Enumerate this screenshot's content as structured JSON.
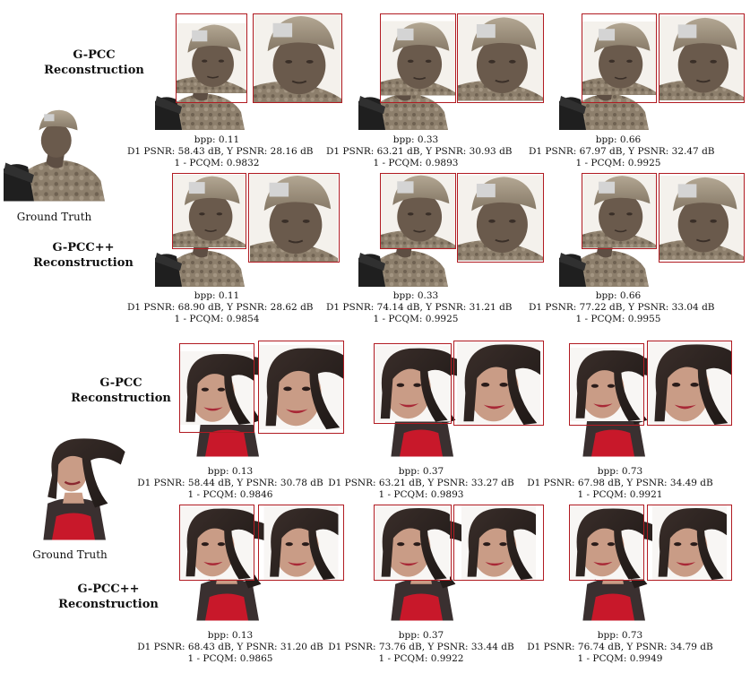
{
  "figures": [
    {
      "ground_truth_label": "Ground Truth",
      "rows": [
        {
          "label_line1": "G-PCC",
          "label_line2": "Reconstruction",
          "cells": [
            {
              "bpp": "bpp: 0.11",
              "psnr": "D1 PSNR: 58.43 dB, Y PSNR: 28.16 dB",
              "pcqm": "1 - PCQM: 0.9832"
            },
            {
              "bpp": "bpp: 0.33",
              "psnr": "D1 PSNR: 63.21 dB, Y PSNR: 30.93 dB",
              "pcqm": "1 - PCQM: 0.9893"
            },
            {
              "bpp": "bpp: 0.66",
              "psnr": "D1 PSNR: 67.97 dB, Y PSNR: 32.47 dB",
              "pcqm": "1 - PCQM: 0.9925"
            }
          ]
        },
        {
          "label_line1": "G-PCC++",
          "label_line2": "Reconstruction",
          "cells": [
            {
              "bpp": "bpp: 0.11",
              "psnr": "D1 PSNR: 68.90 dB, Y PSNR: 28.62 dB",
              "pcqm": "1 - PCQM: 0.9854"
            },
            {
              "bpp": "bpp: 0.33",
              "psnr": "D1 PSNR: 74.14 dB, Y PSNR: 31.21 dB",
              "pcqm": "1 - PCQM: 0.9925"
            },
            {
              "bpp": "bpp: 0.66",
              "psnr": "D1 PSNR: 77.22 dB, Y PSNR: 33.04 dB",
              "pcqm": "1 - PCQM: 0.9955"
            }
          ]
        }
      ]
    },
    {
      "ground_truth_label": "Ground Truth",
      "rows": [
        {
          "label_line1": "G-PCC",
          "label_line2": "Reconstruction",
          "cells": [
            {
              "bpp": "bpp: 0.13",
              "psnr": "D1 PSNR: 58.44 dB, Y PSNR: 30.78 dB",
              "pcqm": "1 - PCQM: 0.9846"
            },
            {
              "bpp": "bpp: 0.37",
              "psnr": "D1 PSNR: 63.21 dB, Y PSNR: 33.27 dB",
              "pcqm": "1 - PCQM: 0.9893"
            },
            {
              "bpp": "bpp: 0.73",
              "psnr": "D1 PSNR: 67.98 dB, Y PSNR: 34.49 dB",
              "pcqm": "1 - PCQM: 0.9921"
            }
          ]
        },
        {
          "label_line1": "G-PCC++",
          "label_line2": "Reconstruction",
          "cells": [
            {
              "bpp": "bpp: 0.13",
              "psnr": "D1 PSNR: 68.43 dB, Y PSNR: 31.20 dB",
              "pcqm": "1 - PCQM: 0.9865"
            },
            {
              "bpp": "bpp: 0.37",
              "psnr": "D1 PSNR: 73.76 dB, Y PSNR: 33.44 dB",
              "pcqm": "1 - PCQM: 0.9922"
            },
            {
              "bpp": "bpp: 0.73",
              "psnr": "D1 PSNR: 76.74 dB, Y PSNR: 34.79 dB",
              "pcqm": "1 - PCQM: 0.9949"
            }
          ]
        }
      ]
    }
  ],
  "colors": {
    "zoom_box_border": "#b11b22",
    "helmet": "#9c8f7d",
    "uniform": "#8a7b68",
    "skin_soldier": "#6a5a4c",
    "hair": "#2b2220",
    "skin_woman": "#c99c86",
    "top_red": "#c8182a"
  }
}
